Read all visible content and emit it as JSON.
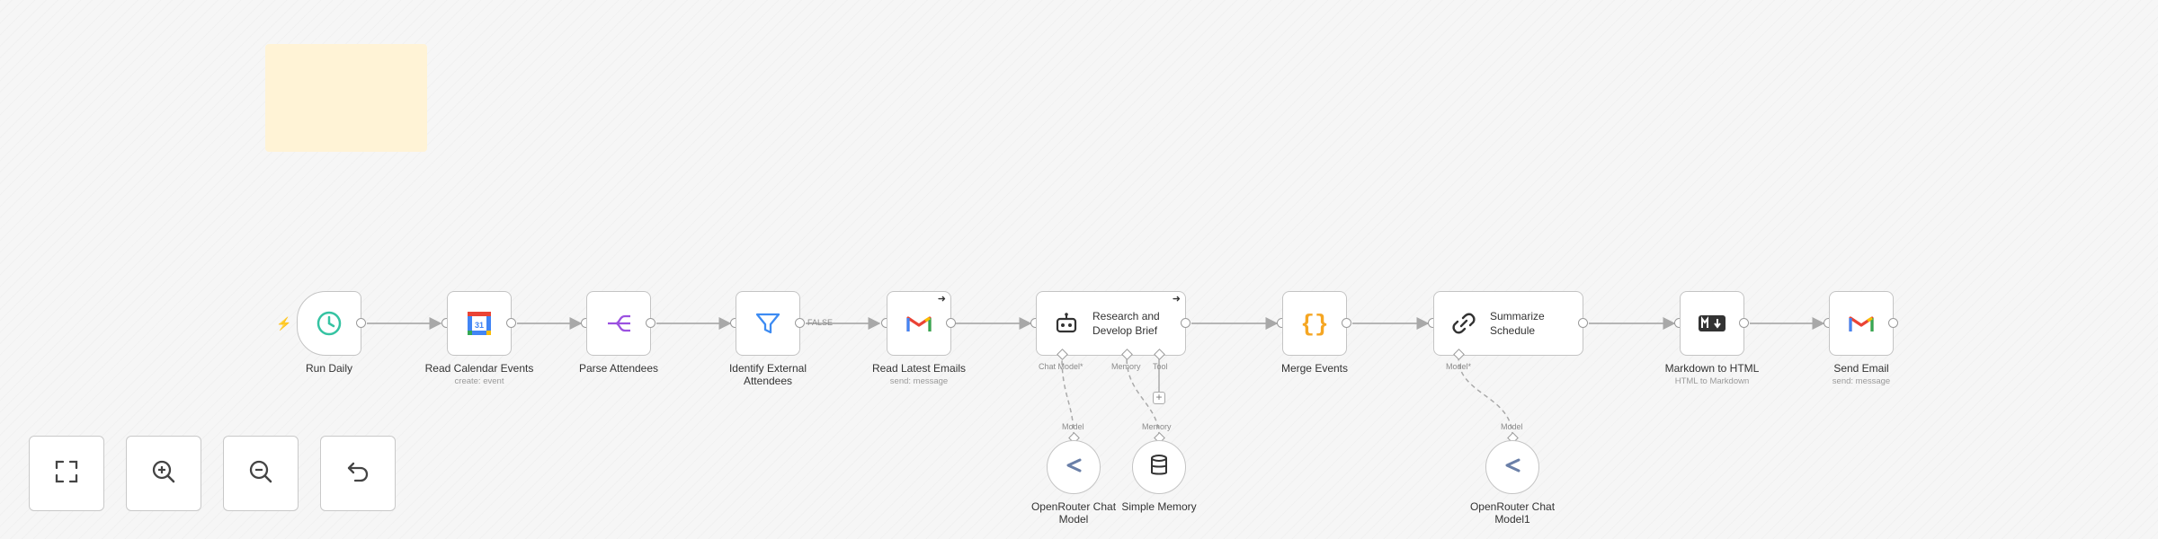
{
  "nodes": {
    "run_daily": {
      "label": "Run Daily"
    },
    "read_calendar": {
      "label": "Read Calendar Events",
      "sublabel": "create: event"
    },
    "parse_attendees": {
      "label": "Parse Attendees"
    },
    "identify_external": {
      "label": "Identify External Attendees",
      "output_label": "FALSE"
    },
    "read_emails": {
      "label": "Read Latest Emails",
      "sublabel": "send: message"
    },
    "research": {
      "label": "Research and Develop Brief",
      "inputs": {
        "chat_model": "Chat Model*",
        "memory": "Memory",
        "tool": "Tool"
      }
    },
    "merge_events": {
      "label": "Merge Events"
    },
    "summarize": {
      "label": "Summarize Schedule",
      "inputs": {
        "model": "Model*"
      }
    },
    "markdown": {
      "label": "Markdown to HTML",
      "sublabel": "HTML to Markdown"
    },
    "send_email": {
      "label": "Send Email",
      "sublabel": "send: message"
    },
    "openrouter_1": {
      "label": "OpenRouter Chat Model",
      "output_label": "Model"
    },
    "simple_memory": {
      "label": "Simple Memory",
      "output_label": "Memory"
    },
    "openrouter_2": {
      "label": "OpenRouter Chat Model1",
      "output_label": "Model"
    }
  },
  "colors": {
    "accent": "#ff6d5a",
    "connection": "#b5b5b5",
    "trigger_icon": "#35c3a2",
    "filter_icon": "#3d8bf2",
    "parse_icon": "#9b51e0",
    "code_icon": "#f5a623"
  },
  "icons": {
    "run_daily": "clock-icon",
    "read_calendar": "google-calendar-icon",
    "parse_attendees": "split-out-icon",
    "identify_external": "filter-icon",
    "read_emails": "gmail-icon",
    "research": "robot-icon",
    "merge_events": "code-braces-icon",
    "summarize": "chain-link-icon",
    "markdown": "markdown-icon",
    "send_email": "gmail-icon",
    "openrouter": "openrouter-icon",
    "simple_memory": "database-icon"
  },
  "controls": [
    {
      "name": "fit-view-button",
      "icon": "fit-view-icon"
    },
    {
      "name": "zoom-in-button",
      "icon": "zoom-in-icon"
    },
    {
      "name": "zoom-out-button",
      "icon": "zoom-out-icon"
    },
    {
      "name": "undo-button",
      "icon": "undo-icon"
    }
  ]
}
